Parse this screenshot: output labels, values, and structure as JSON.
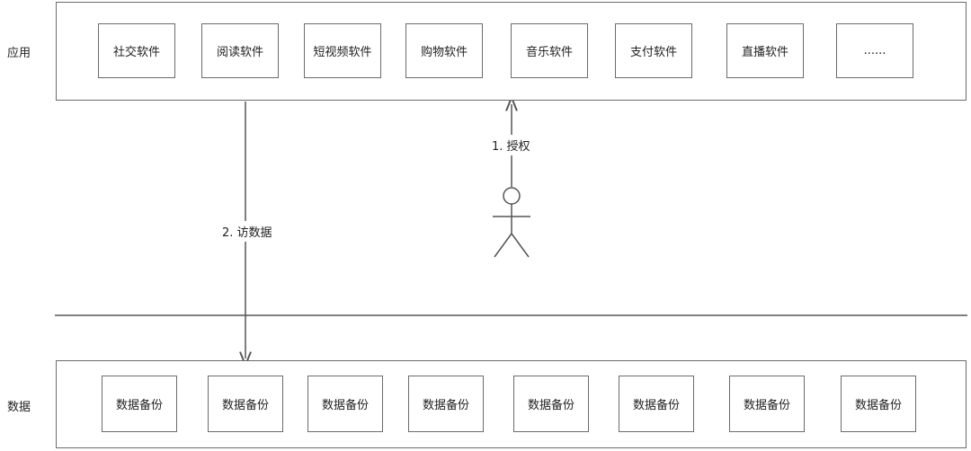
{
  "layers": {
    "app_label": "应用",
    "data_label": "数据"
  },
  "apps": [
    "社交软件",
    "阅读软件",
    "短视频软件",
    "购物软件",
    "音乐软件",
    "支付软件",
    "直播软件",
    "......"
  ],
  "backups": [
    "数据备份",
    "数据备份",
    "数据备份",
    "数据备份",
    "数据备份",
    "数据备份",
    "数据备份",
    "数据备份"
  ],
  "edges": {
    "authorize": "1. 授权",
    "access_data": "2. 访数据"
  },
  "colors": {
    "stroke": "#6b6b6b",
    "text": "#222222",
    "background": "#ffffff"
  }
}
